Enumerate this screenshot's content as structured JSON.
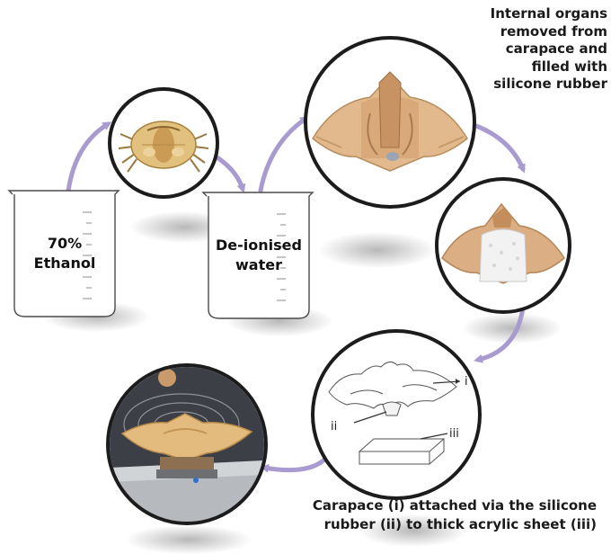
{
  "labels": {
    "beaker_left": [
      "70%",
      "Ethanol"
    ],
    "beaker_right": [
      "De-ionised",
      "water"
    ],
    "internal": [
      "Internal organs",
      "removed from",
      "carapace and",
      "filled with",
      "silicone rubber"
    ],
    "bottom": [
      "Carapace (i) attached via the silicone",
      "rubber (ii) to thick acrylic sheet (iii)"
    ],
    "diagram_i": "i",
    "diagram_ii": "ii",
    "diagram_iii": "iii"
  },
  "colors": {
    "arrow": "#a99bd0",
    "circle_border": "#1c1c1c",
    "beaker_outline": "#4a4a4a",
    "shell": "#d8b88a"
  }
}
